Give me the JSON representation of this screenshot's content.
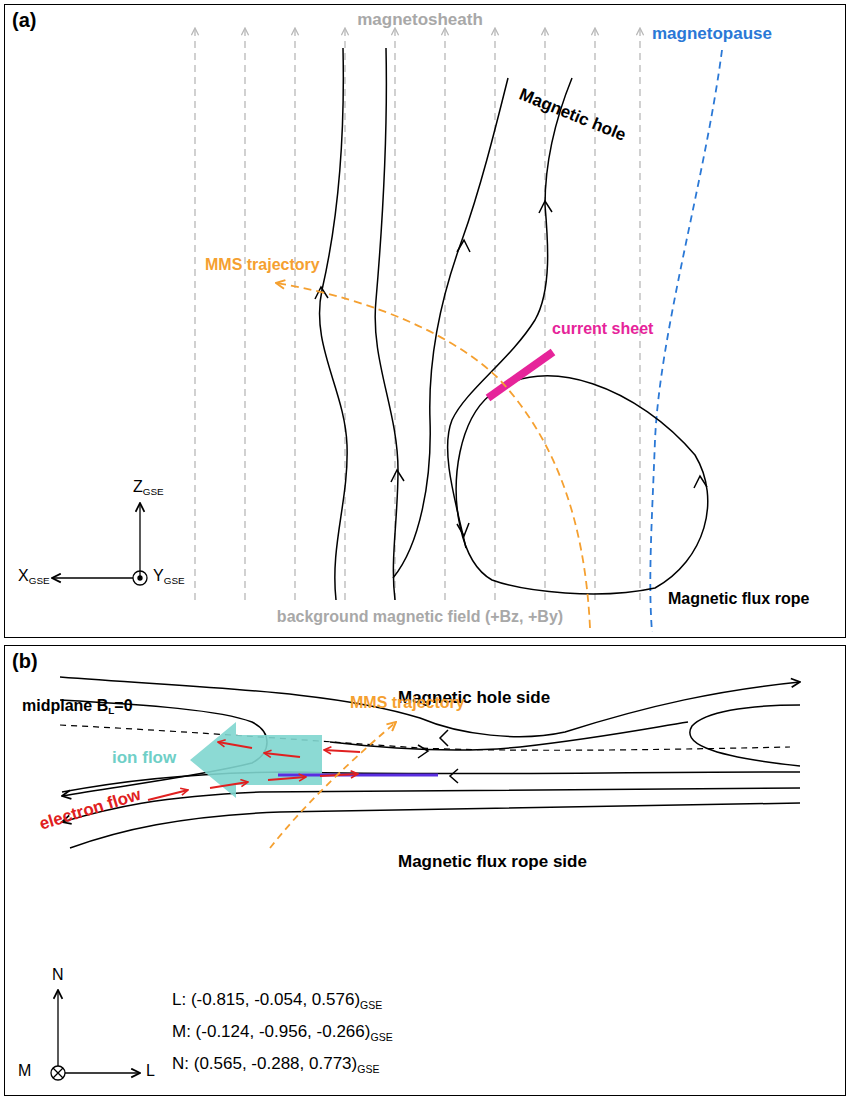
{
  "diagram": {
    "nodes": [
      {
        "text": [
          "(a)"
        ]
      },
      {
        "text": [
          "(b)"
        ]
      }
    ],
    "labels": [
      "magnetosheath",
      "magnetopause",
      "Magnetic hole",
      "MMS trajectory",
      "current sheet",
      "Magnetic flux rope",
      "Z",
      "GSE",
      "X",
      "GSE",
      "Y",
      "GSE",
      "background magnetic field (+Bz, +By)",
      "Magnetic hole side",
      "midplane B",
      "L",
      "=0",
      "ion flow",
      "MMS trajectory",
      "electron flow",
      "Magnetic flux rope side",
      "N",
      "L",
      "M",
      "L: (-0.815, -0.054, 0.576)",
      "GSE",
      "M: (-0.124, -0.956, -0.266)",
      "GSE",
      "N: (0.565, -0.288, 0.773)",
      "GSE"
    ]
  }
}
